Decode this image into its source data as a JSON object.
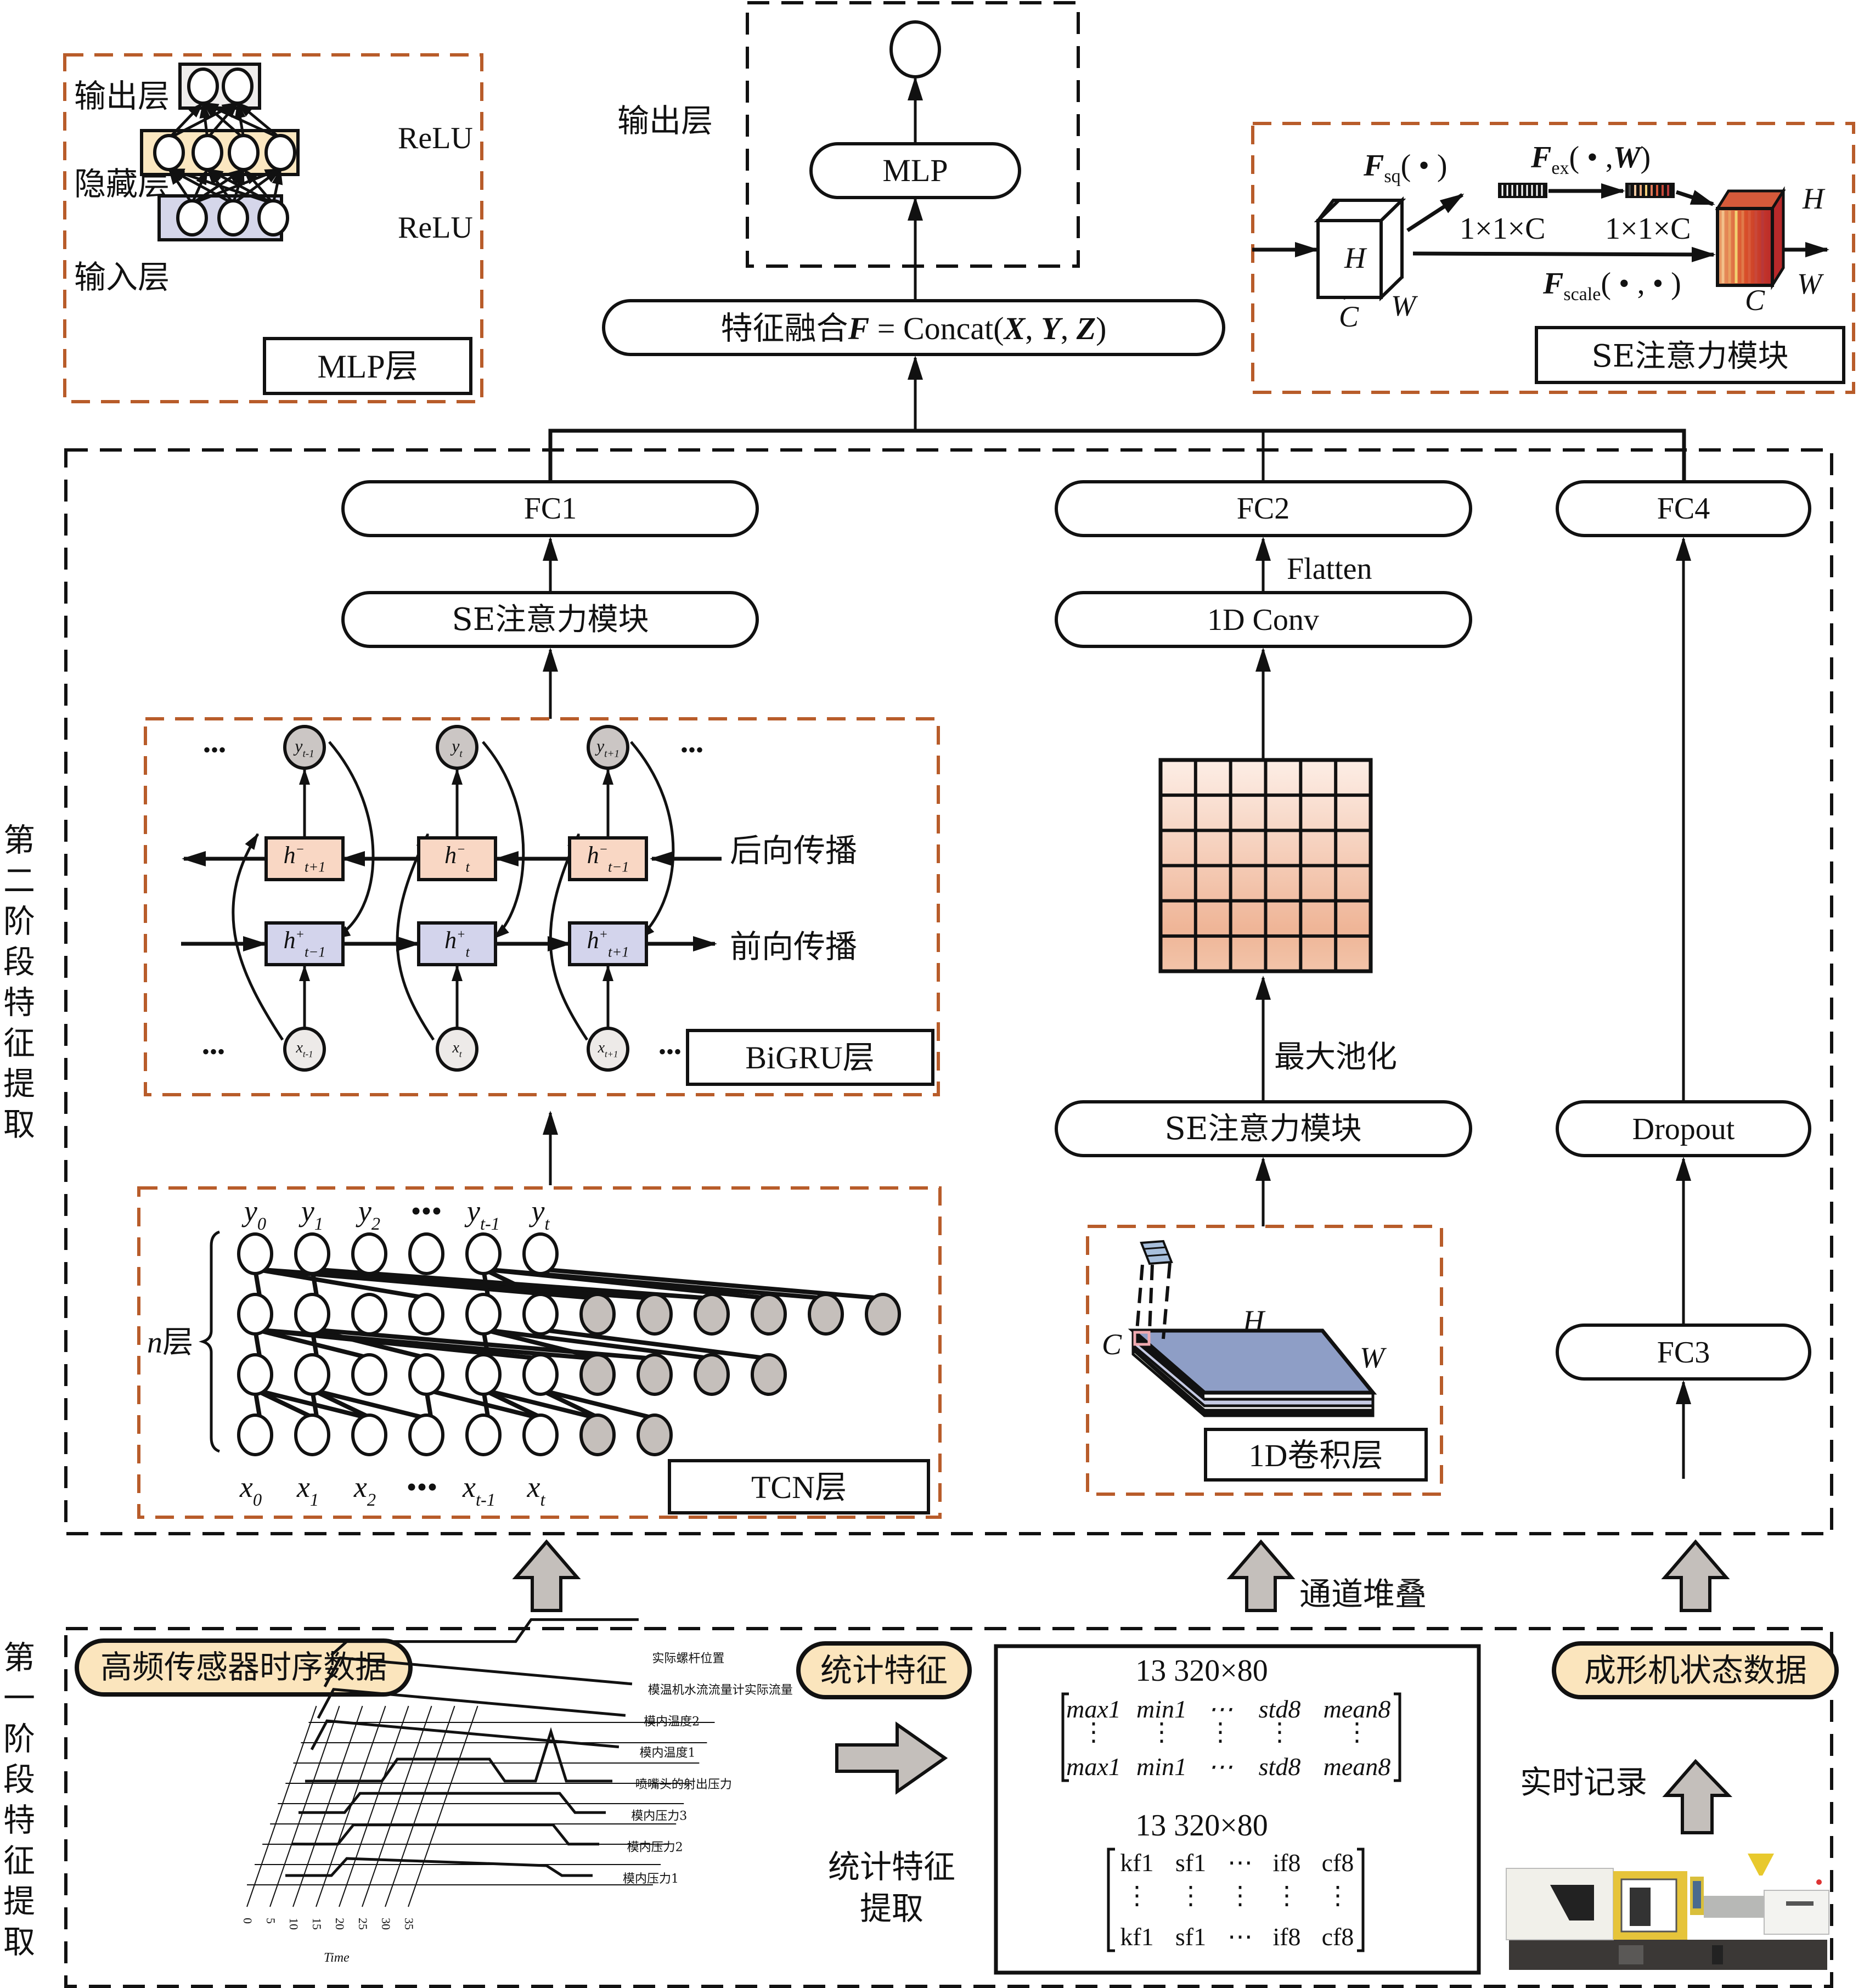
{
  "stage_labels": {
    "stage2": "第二阶段特征提取",
    "stage1": "第一阶段特征提取"
  },
  "mlp_module": {
    "output_layer": "输出层",
    "hidden_layer": "隐藏层",
    "input_layer": "输入层",
    "activation_top": "ReLU",
    "activation_bottom": "ReLU",
    "title": "MLP层",
    "colors": {
      "output": "#efedec",
      "hidden": "#fbe7c0",
      "input": "#d5d6ea"
    }
  },
  "output_block": {
    "label": "输出层",
    "mlp": "MLP"
  },
  "fusion": {
    "prefix": "特征融合",
    "var": "F",
    "eq": " = Concat(",
    "x": "X",
    "sep1": ", ",
    "y": "Y",
    "sep2": ", ",
    "z": "Z",
    "close": ")"
  },
  "se_module": {
    "fsq": "F",
    "fsq_sub": "sq",
    "fsq_args": "( • )",
    "fex": "F",
    "fex_sub": "ex",
    "fex_args": "( • ,",
    "fex_w": "W",
    "fex_close": ")",
    "dim1": "1×1×C",
    "dim2": "1×1×C",
    "fscale": "F",
    "fscale_sub": "scale",
    "fscale_args": "( • , • )",
    "in_h": "H",
    "in_c": "C",
    "in_w": "W",
    "out_h": "H",
    "out_c": "C",
    "out_w": "W",
    "title": "SE注意力模块"
  },
  "branch1": {
    "fc": "FC1",
    "se": "SE注意力模块",
    "bigru": {
      "title": "BiGRU层",
      "backward": "后向传播",
      "forward": "前向传播",
      "ellipsis": "•••",
      "y_nodes": [
        {
          "v": "y",
          "s": "t-1"
        },
        {
          "v": "y",
          "s": "t"
        },
        {
          "v": "y",
          "s": "t+1"
        }
      ],
      "back_cells": [
        {
          "v": "h",
          "sup": "−",
          "s": "t+1"
        },
        {
          "v": "h",
          "sup": "−",
          "s": "t"
        },
        {
          "v": "h",
          "sup": "−",
          "s": "t−1"
        }
      ],
      "fwd_cells": [
        {
          "v": "h",
          "sup": "+",
          "s": "t−1"
        },
        {
          "v": "h",
          "sup": "+",
          "s": "t"
        },
        {
          "v": "h",
          "sup": "+",
          "s": "t+1"
        }
      ],
      "x_nodes": [
        {
          "v": "x",
          "s": "t-1"
        },
        {
          "v": "x",
          "s": "t"
        },
        {
          "v": "x",
          "s": "t+1"
        }
      ],
      "colors": {
        "backward": "#f9d7c4",
        "forward": "#d3d4ec",
        "y_node": "#cbc6c4",
        "x_node": "#edeae8"
      }
    },
    "tcn": {
      "title": "TCN层",
      "n_layers": "n",
      "n_layers_suffix": "层",
      "y_labels": [
        {
          "v": "y",
          "s": "0"
        },
        {
          "v": "y",
          "s": "1"
        },
        {
          "v": "y",
          "s": "2"
        },
        {
          "v": "•••",
          "s": ""
        },
        {
          "v": "y",
          "s": "t-1"
        },
        {
          "v": "y",
          "s": "t"
        }
      ],
      "x_labels": [
        {
          "v": "x",
          "s": "0"
        },
        {
          "v": "x",
          "s": "1"
        },
        {
          "v": "x",
          "s": "2"
        },
        {
          "v": "•••",
          "s": ""
        },
        {
          "v": "x",
          "s": "t-1"
        },
        {
          "v": "x",
          "s": "t"
        }
      ],
      "layers": [
        {
          "white": 6,
          "padded": 0
        },
        {
          "white": 6,
          "padded": 6
        },
        {
          "white": 6,
          "padded": 4
        },
        {
          "white": 6,
          "padded": 2
        }
      ]
    }
  },
  "branch2": {
    "fc": "FC2",
    "flatten": "Flatten",
    "conv": "1D Conv",
    "maxpool": "最大池化",
    "se": "SE注意力模块",
    "grid": {
      "rows": 6,
      "cols": 6,
      "color_top": "#fdeee6",
      "color_bottom": "#efb597"
    },
    "conv_layer": {
      "title": "1D卷积层",
      "h": "H",
      "c": "C",
      "w": "W",
      "plate_color": "#8e9ec6"
    }
  },
  "branch3": {
    "fc_top": "FC4",
    "dropout": "Dropout",
    "fc_bottom": "FC3"
  },
  "transitions": {
    "channel_stack": "通道堆叠"
  },
  "stage1": {
    "sensor_data": "高频传感器时序数据",
    "stat_feature": "统计特征",
    "stat_extract_line1": "统计特征",
    "stat_extract_line2": "提取",
    "machine_state": "成形机状态数据",
    "realtime_record": "实时记录",
    "matrix1": {
      "dims": "13 320×80",
      "row_first": [
        "max1",
        "min1",
        "⋯",
        "std8",
        "mean8"
      ],
      "row_last": [
        "max1",
        "min1",
        "⋯",
        "std8",
        "mean8"
      ]
    },
    "matrix2": {
      "dims": "13 320×80",
      "row_first": [
        "kf1",
        "sf1",
        "⋯",
        "if8",
        "cf8"
      ],
      "row_last": [
        "kf1",
        "sf1",
        "⋯",
        "if8",
        "cf8"
      ]
    },
    "sensor_chart": {
      "xlabel": "Time",
      "xticks": [
        "0",
        "5",
        "10",
        "15",
        "20",
        "25",
        "30",
        "35"
      ],
      "series": [
        "实际螺杆位置",
        "模温机水流流量计实际流量",
        "模内温度2",
        "模内温度1",
        "喷嘴头的射出压力",
        "模内压力3",
        "模内压力2",
        "模内压力1"
      ]
    }
  }
}
